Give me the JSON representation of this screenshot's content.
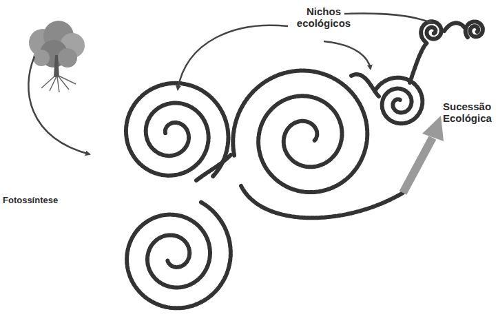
{
  "diagram": {
    "labels": [
      "Nichos ecológicos",
      "Fotossíntese",
      "Sucessão Ecológica"
    ]
  }
}
